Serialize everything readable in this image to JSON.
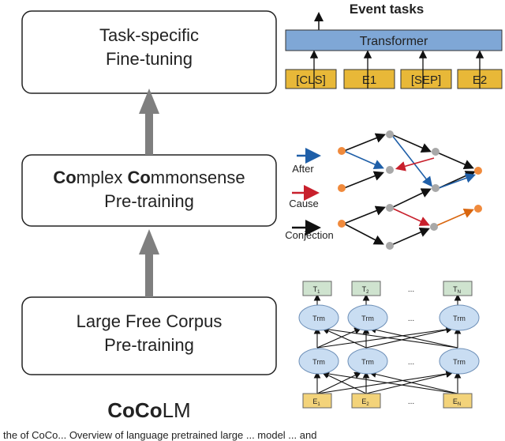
{
  "stages": {
    "finetune": {
      "line1": "Task-specific",
      "line2": "Fine-tuning"
    },
    "commonsense": {
      "co1_bold": "Co",
      "co1_rest": "mplex ",
      "co2_bold": "Co",
      "co2_rest": "mmonsense",
      "line2": "Pre-training"
    },
    "corpus": {
      "line1": "Large Free Corpus",
      "line2": "Pre-training"
    }
  },
  "model_name": {
    "bold": "CoCo",
    "rest": "LM"
  },
  "event_tasks": {
    "title": "Event tasks",
    "transformer_label": "Transformer",
    "tokens": [
      "[CLS]",
      "E1",
      "[SEP]",
      "E2"
    ]
  },
  "legend": {
    "after": "After",
    "cause": "Cause",
    "conjunction": "Conjection"
  },
  "bert": {
    "outputs": [
      "T",
      "T",
      "...",
      "T"
    ],
    "output_subs": [
      "1",
      "2",
      "",
      "N"
    ],
    "trm_label": "Trm",
    "inputs": [
      "E",
      "E",
      "...",
      "E"
    ],
    "input_subs": [
      "1",
      "2",
      "",
      "N"
    ],
    "dots": "..."
  },
  "caption": "the of CoCo... Overview of language pretrained large ... model ... and"
}
